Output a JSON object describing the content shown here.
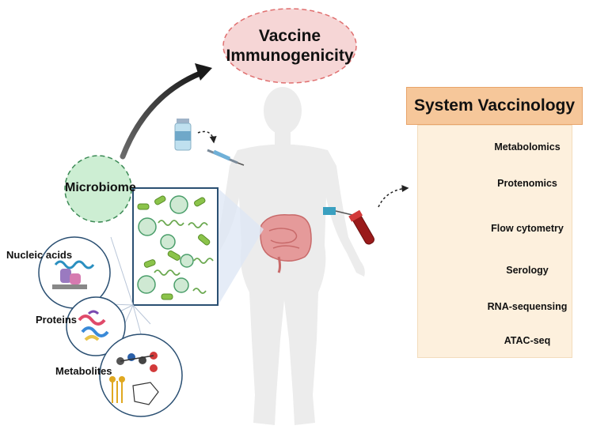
{
  "title": {
    "line1": "Vaccine",
    "line2": "Immunogenicity"
  },
  "microbiome": {
    "label": "Microbiome"
  },
  "molecules": [
    {
      "label": "Nucleic acids"
    },
    {
      "label": "Proteins"
    },
    {
      "label": "Metabolites"
    }
  ],
  "system_vaccinology": {
    "header": "System Vaccinology",
    "methods": [
      {
        "label": "Metabolomics"
      },
      {
        "label": "Protenomics"
      },
      {
        "label": "Flow cytometry"
      },
      {
        "label": "Serology"
      },
      {
        "label": "RNA-sequensing"
      },
      {
        "label": "ATAC-seq"
      }
    ]
  },
  "colors": {
    "title_ellipse": "#f6d6d6",
    "title_border": "#e07070",
    "microbiome_circle": "#cdeed3",
    "microbiome_border": "#3c8a55",
    "panel_header": "#f6c79a",
    "panel_body": "#fdf0dd",
    "body_silhouette": "#ececec",
    "intestine": "#e59a9a"
  }
}
